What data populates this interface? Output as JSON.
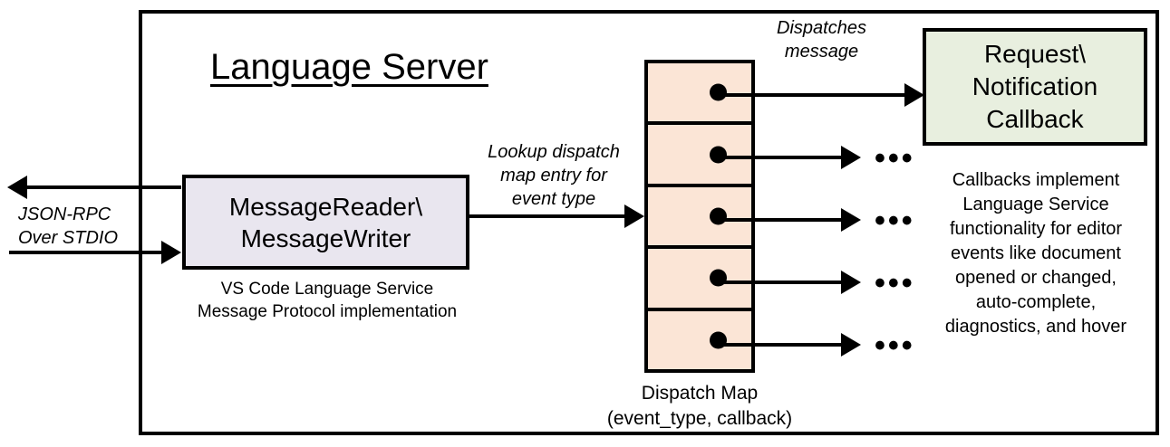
{
  "diagram": {
    "title": "Language Server",
    "colors": {
      "border": "#000000",
      "message_box_fill": "#e9e6ef",
      "dispatch_map_fill": "#fbe5d6",
      "callback_box_fill": "#e8efdf",
      "background": "#ffffff"
    },
    "external_io": {
      "label_line1": "JSON-RPC",
      "label_line2": "Over STDIO",
      "outbound_arrow": "arrow-left-icon",
      "inbound_arrow": "arrow-right-icon"
    },
    "message_node": {
      "title_line1": "MessageReader\\",
      "title_line2": "MessageWriter",
      "caption_line1": "VS Code Language Service",
      "caption_line2": "Message Protocol implementation"
    },
    "lookup_edge": {
      "line1": "Lookup dispatch",
      "line2": "map entry for",
      "line3": "event type"
    },
    "dispatch_map": {
      "caption_line1": "Dispatch Map",
      "caption_line2": "(event_type, callback)",
      "rows": [
        {
          "dot": "entry-dot-icon"
        },
        {
          "dot": "entry-dot-icon"
        },
        {
          "dot": "entry-dot-icon"
        },
        {
          "dot": "entry-dot-icon"
        },
        {
          "dot": "entry-dot-icon"
        }
      ],
      "row_count": 5
    },
    "dispatch_edge": {
      "line1": "Dispatches",
      "line2": "message"
    },
    "callback_node": {
      "title_line1": "Request\\",
      "title_line2": "Notification",
      "title_line3": "Callback",
      "description_line1": "Callbacks implement",
      "description_line2": "Language Service",
      "description_line3": "functionality for editor",
      "description_line4": "events like document",
      "description_line5": "opened or changed,",
      "description_line6": "auto-complete,",
      "description_line7": "diagnostics, and hover"
    },
    "ellipses": {
      "glyph": "•••",
      "count": 4
    }
  }
}
